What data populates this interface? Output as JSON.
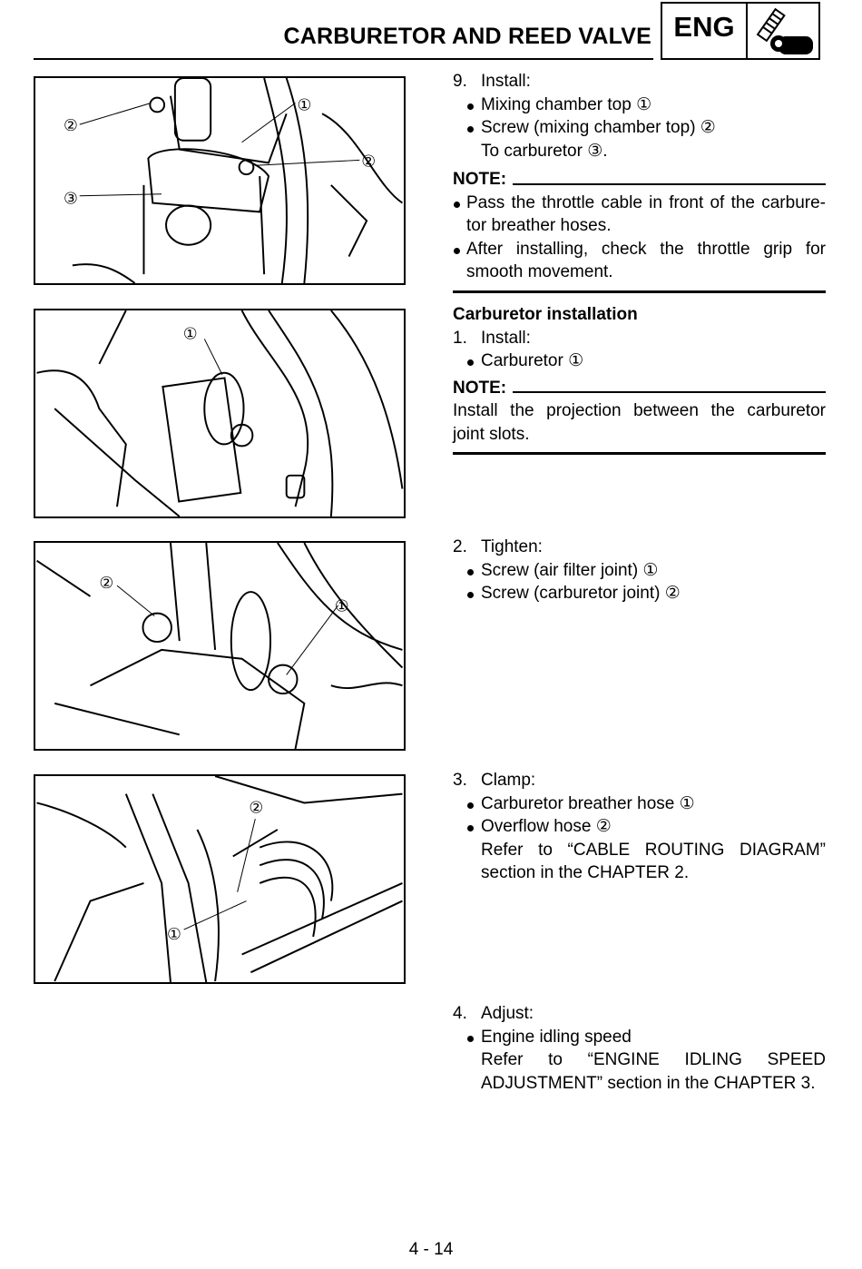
{
  "header": {
    "title": "CARBURETOR AND REED VALVE",
    "tab": "ENG",
    "icon": "engine-wrench-icon"
  },
  "sections": {
    "s9": {
      "num": "9.",
      "action": "Install:",
      "b1": "Mixing chamber top ①",
      "b2": "Screw (mixing chamber top) ②",
      "b3": "To carburetor ③.",
      "note_label": "NOTE:",
      "n1a": "Pass the throttle cable in front of the carbure-",
      "n1b": "tor breather hoses.",
      "n2a": "After installing, check the throttle grip for",
      "n2b": "smooth movement."
    },
    "inst": {
      "heading": "Carburetor installation",
      "num": "1.",
      "action": "Install:",
      "b1": "Carburetor ①",
      "note_label": "NOTE:",
      "n1a": "Install the projection between the carburetor",
      "n1b": "joint slots."
    },
    "s2": {
      "num": "2.",
      "action": "Tighten:",
      "b1": "Screw (air filter joint) ①",
      "b2": "Screw (carburetor joint) ②"
    },
    "s3": {
      "num": "3.",
      "action": "Clamp:",
      "b1": "Carburetor breather hose ①",
      "b2": "Overflow hose ②",
      "r1": "Refer to “CABLE ROUTING DIAGRAM”",
      "r2": "section in the CHAPTER 2."
    },
    "s4": {
      "num": "4.",
      "action": "Adjust:",
      "b1": "Engine idling speed",
      "r1": "Refer to “ENGINE IDLING SPEED",
      "r2": "ADJUSTMENT” section in the CHAPTER 3."
    }
  },
  "figures": {
    "f1": {
      "callouts": [
        "②",
        "①",
        "③",
        "②"
      ]
    },
    "f2": {
      "callouts": [
        "①"
      ]
    },
    "f3": {
      "callouts": [
        "②",
        "①"
      ]
    },
    "f4": {
      "callouts": [
        "②",
        "①"
      ]
    }
  },
  "footer": {
    "page": "4 - 14"
  }
}
